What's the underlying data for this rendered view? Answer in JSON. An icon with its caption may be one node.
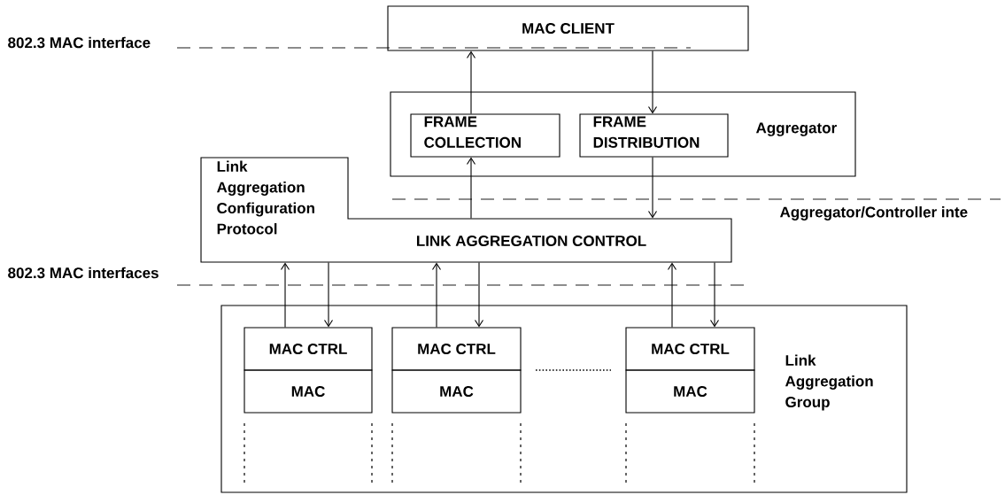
{
  "diagram": {
    "nodes": [
      {
        "text": [
          "MAC CLIENT"
        ]
      },
      {
        "text": [
          "Aggregator"
        ]
      },
      {
        "text": [
          "FRAME COLLECTION"
        ],
        "in": 1
      },
      {
        "text": [
          "FRAME DISTRIBUTION"
        ],
        "in": 1
      },
      {
        "text": [
          "Link Aggregation Configuration Protocol",
          "LINK AGGREGATION CONTROL"
        ]
      },
      {
        "text": [
          "Link Aggregation Group"
        ]
      },
      {
        "text": [
          "MAC CTRL"
        ],
        "in": 5
      },
      {
        "text": [
          "MAC"
        ],
        "in": 5
      },
      {
        "text": [
          "MAC CTRL"
        ],
        "in": 5
      },
      {
        "text": [
          "MAC"
        ],
        "in": 5
      },
      {
        "text": [
          "MAC CTRL"
        ],
        "in": 5
      },
      {
        "text": [
          "MAC"
        ],
        "in": 5
      }
    ],
    "edges": [
      {
        "from": 2,
        "to": 0,
        "arrow": "to"
      },
      {
        "from": 0,
        "to": 3,
        "arrow": "to"
      },
      {
        "from": 4,
        "to": 2,
        "arrow": "to"
      },
      {
        "from": 3,
        "to": 4,
        "arrow": "to"
      },
      {
        "from": 6,
        "to": 4,
        "arrow": "to"
      },
      {
        "from": 4,
        "to": 6,
        "arrow": "to"
      },
      {
        "from": 8,
        "to": 4,
        "arrow": "to"
      },
      {
        "from": 4,
        "to": 8,
        "arrow": "to"
      },
      {
        "from": 10,
        "to": 4,
        "arrow": "to"
      },
      {
        "from": 4,
        "to": 10,
        "arrow": "to"
      }
    ],
    "labels": [
      "802.3 MAC interface",
      "Aggregator/Controller inte",
      "802.3 MAC interfaces"
    ]
  }
}
